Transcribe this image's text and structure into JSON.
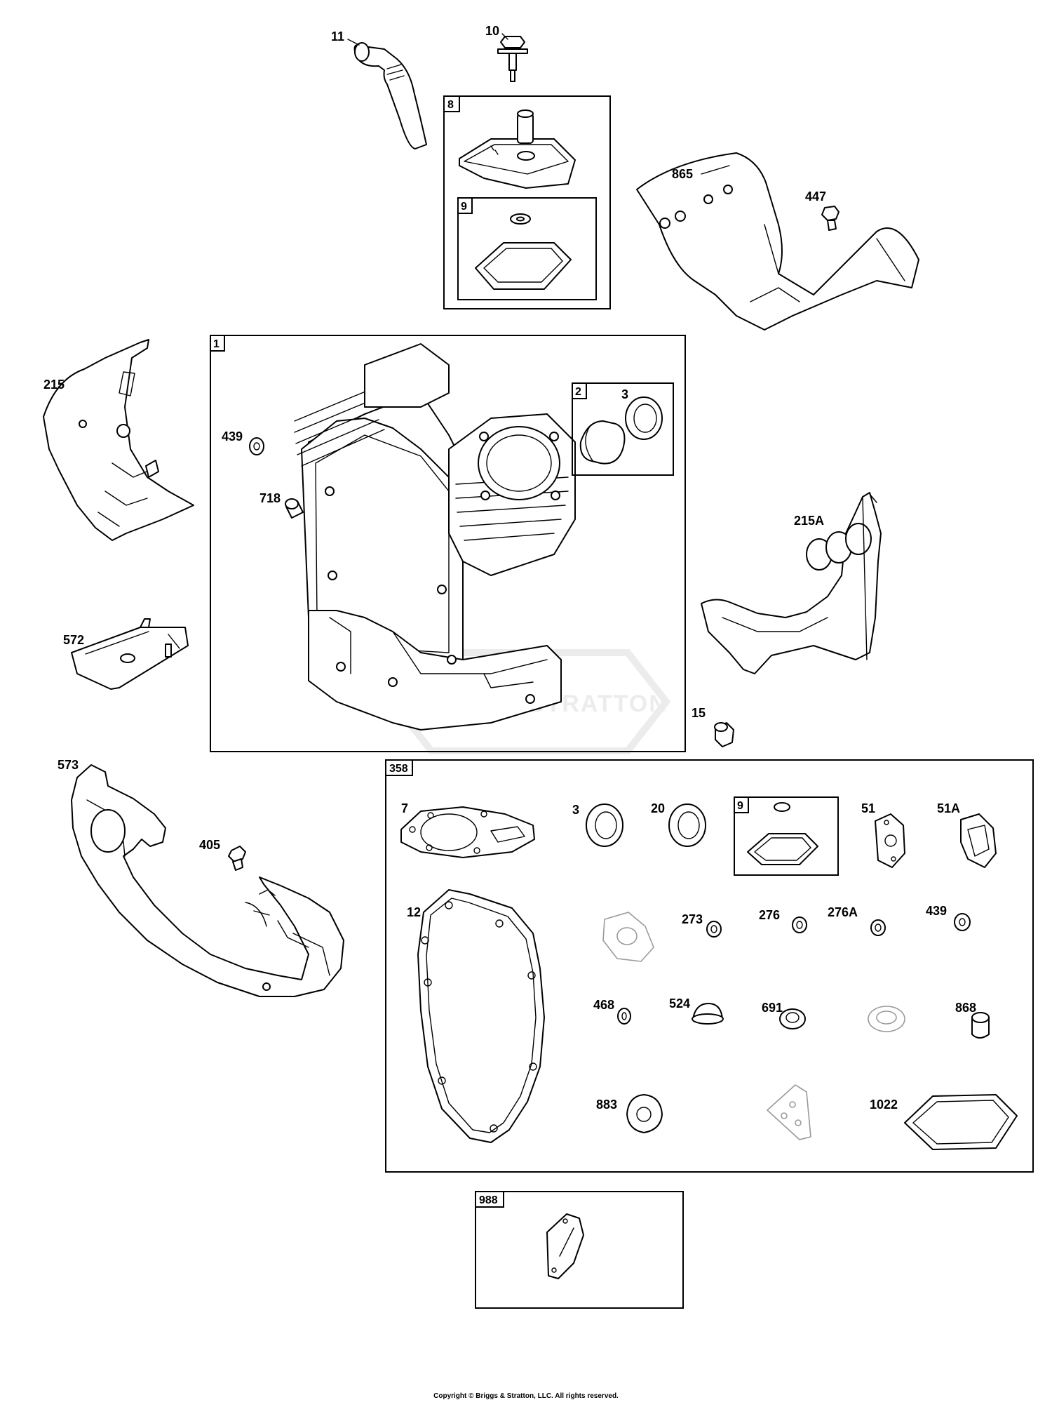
{
  "watermark": "BRIGGS & STRATTON",
  "copyright": "Copyright © Briggs & Stratton, LLC. All rights reserved.",
  "callouts": {
    "p11": "11",
    "p10": "10",
    "p865": "865",
    "p447": "447",
    "p215": "215",
    "p439a": "439",
    "p718": "718",
    "p3a": "3",
    "p215A": "215A",
    "p572": "572",
    "p15": "15",
    "p573": "573",
    "p405": "405",
    "p7": "7",
    "p3b": "3",
    "p20": "20",
    "p51": "51",
    "p51A": "51A",
    "p12": "12",
    "p273": "273",
    "p276": "276",
    "p276A": "276A",
    "p439b": "439",
    "p468": "468",
    "p524": "524",
    "p691": "691",
    "p868": "868",
    "p883": "883",
    "p1022": "1022"
  },
  "boxes": {
    "b8": "8",
    "b9a": "9",
    "b1": "1",
    "b2": "2",
    "b358": "358",
    "b9b": "9",
    "b988": "988"
  }
}
